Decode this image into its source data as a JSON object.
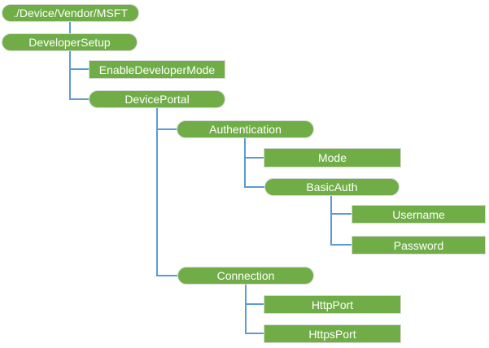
{
  "colors": {
    "node_fill": "#70AD47",
    "node_border": "#D9D9D9",
    "node_text": "#FFFFFF",
    "connector": "#5B9BD5",
    "background": "#FFFFFF"
  },
  "tree": {
    "nodes": [
      {
        "label": "./Device/Vendor/MSFT",
        "shape": "pill",
        "parent": null
      },
      {
        "label": "DeveloperSetup",
        "shape": "pill",
        "parent": "./Device/Vendor/MSFT"
      },
      {
        "label": "EnableDeveloperMode",
        "shape": "rect",
        "parent": "DeveloperSetup"
      },
      {
        "label": "DevicePortal",
        "shape": "pill",
        "parent": "DeveloperSetup"
      },
      {
        "label": "Authentication",
        "shape": "pill",
        "parent": "DevicePortal"
      },
      {
        "label": "Mode",
        "shape": "rect",
        "parent": "Authentication"
      },
      {
        "label": "BasicAuth",
        "shape": "pill",
        "parent": "Authentication"
      },
      {
        "label": "Username",
        "shape": "rect",
        "parent": "BasicAuth"
      },
      {
        "label": "Password",
        "shape": "rect",
        "parent": "BasicAuth"
      },
      {
        "label": "Connection",
        "shape": "pill",
        "parent": "DevicePortal"
      },
      {
        "label": "HttpPort",
        "shape": "rect",
        "parent": "Connection"
      },
      {
        "label": "HttpsPort",
        "shape": "rect",
        "parent": "Connection"
      }
    ]
  }
}
